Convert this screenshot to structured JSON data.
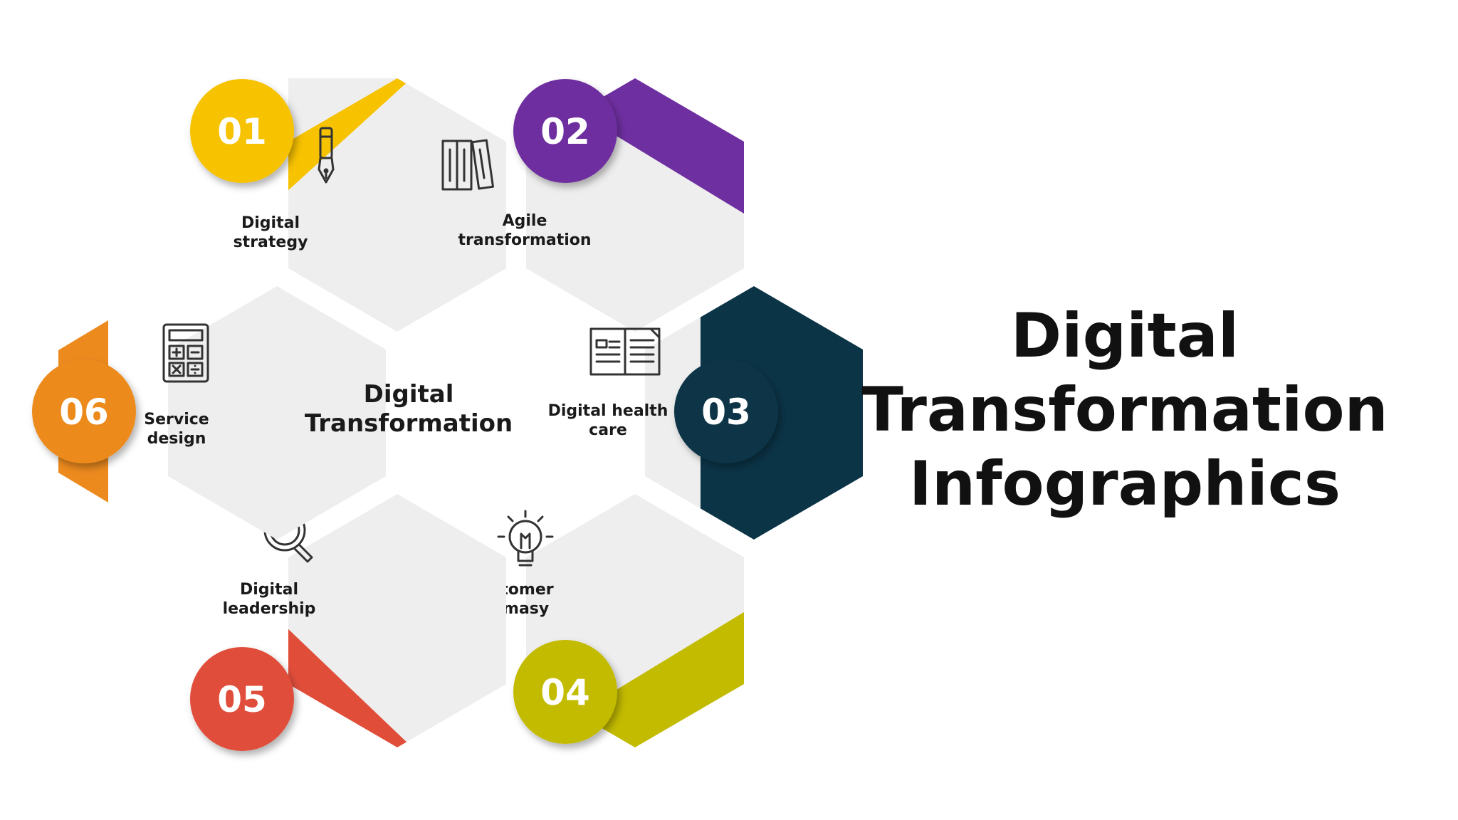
{
  "title": {
    "line1": "Digital",
    "line2": "Transformation",
    "line3": "Infographics"
  },
  "center": {
    "line1": "Digital",
    "line2": "Transformation"
  },
  "items": [
    {
      "number": "01",
      "line1": "Digital",
      "line2": "strategy",
      "color": "#F7C200",
      "icon": "pen-icon"
    },
    {
      "number": "02",
      "line1": "Agile",
      "line2": "transformation",
      "color": "#6E2FA0",
      "icon": "books-icon"
    },
    {
      "number": "03",
      "line1": "Digital health",
      "line2": "care",
      "color": "#0B3447",
      "icon": "document-icon"
    },
    {
      "number": "04",
      "line1": "Customer",
      "line2": "intimasy",
      "color": "#C3BB00",
      "icon": "lightbulb-icon"
    },
    {
      "number": "05",
      "line1": "Digital",
      "line2": "leadership",
      "color": "#E04E3A",
      "icon": "magnifier-icon"
    },
    {
      "number": "06",
      "line1": "Service",
      "line2": "design",
      "color": "#EC8A1E",
      "icon": "calculator-icon"
    }
  ]
}
